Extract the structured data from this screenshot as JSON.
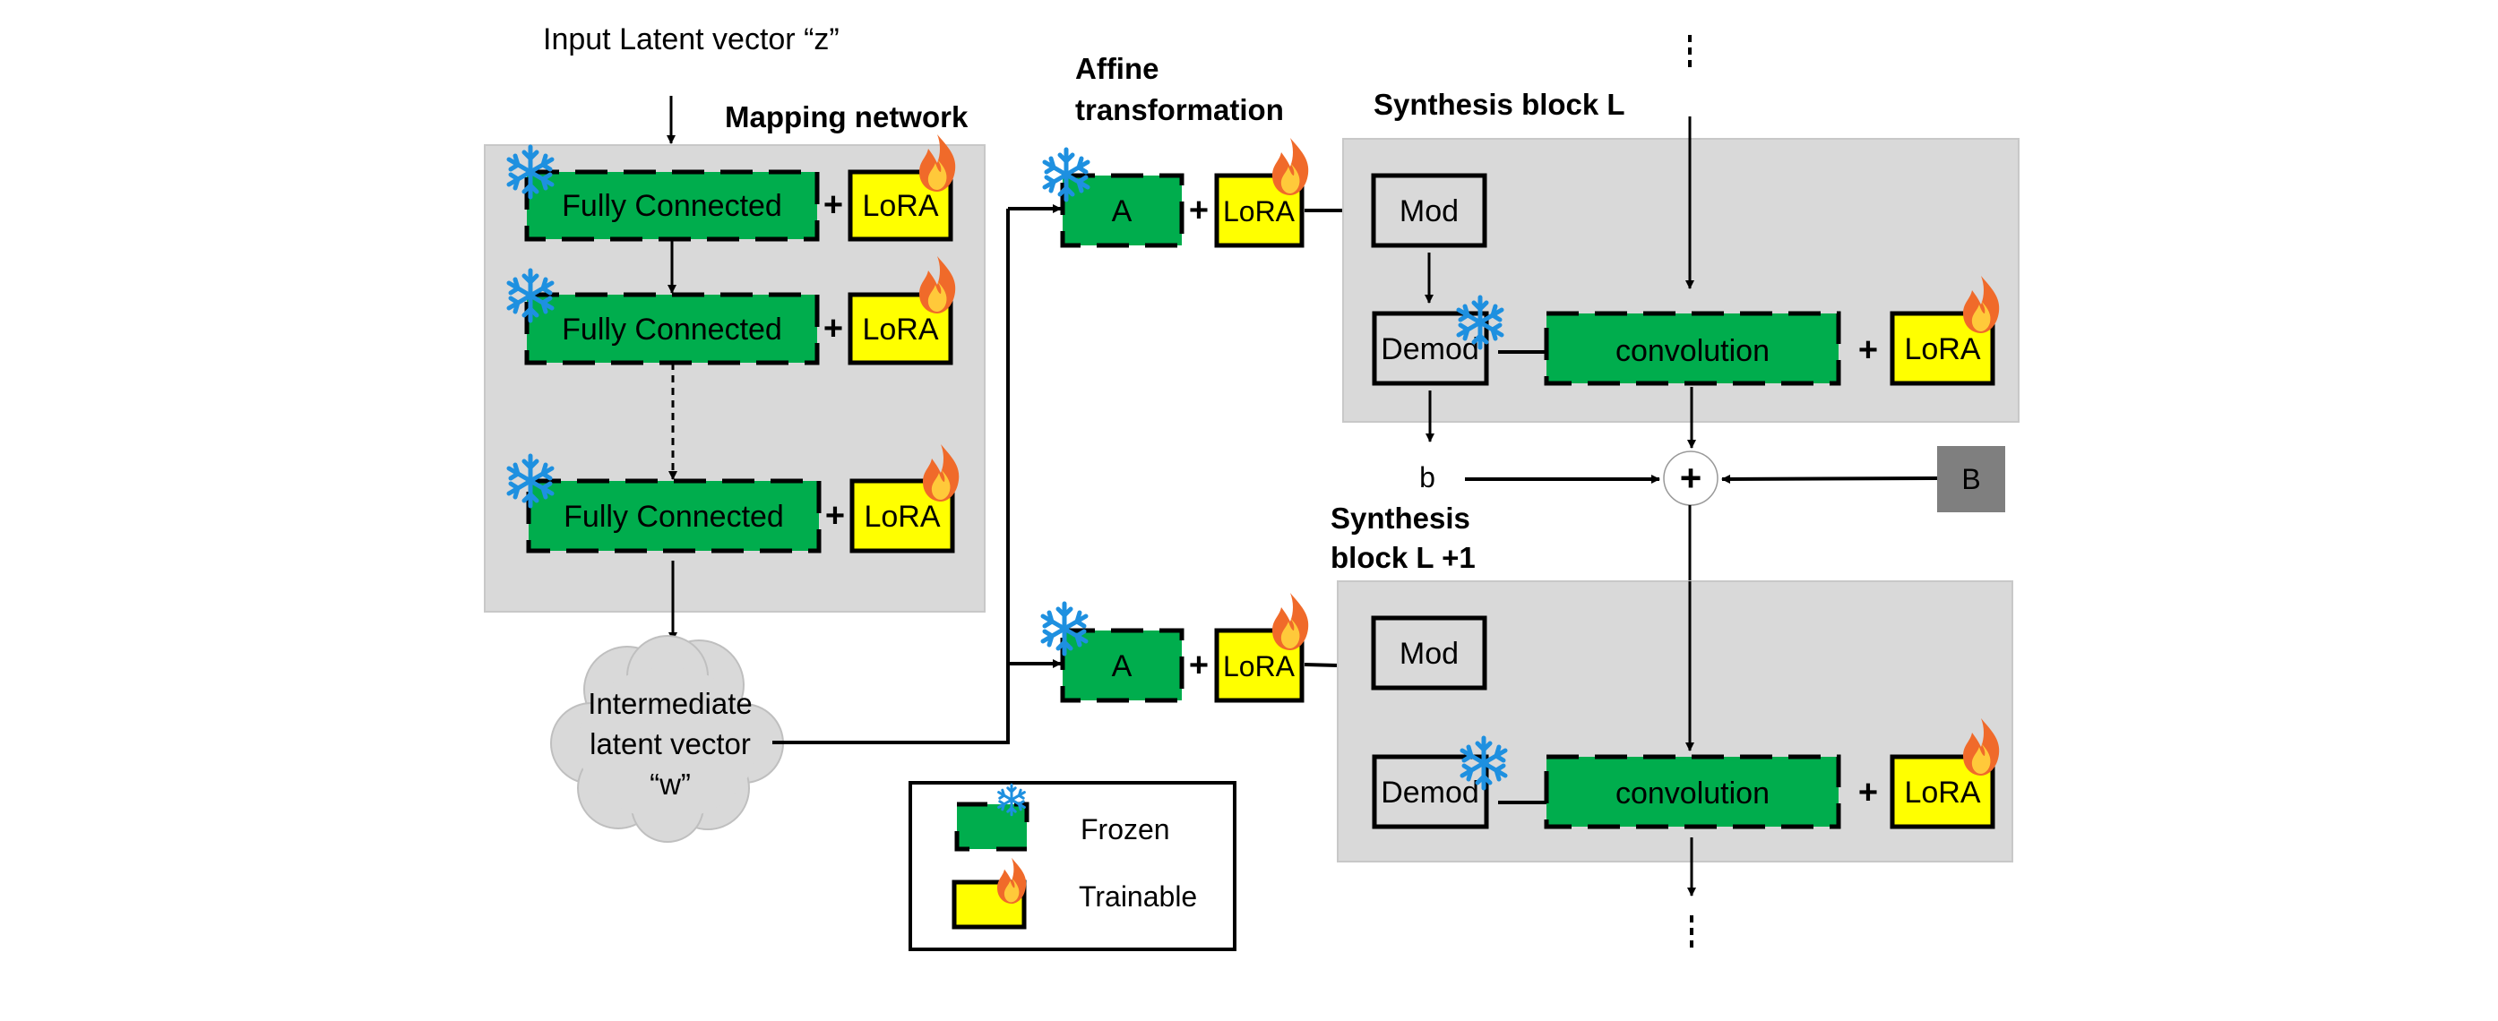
{
  "input_label": "Input Latent vector “z”",
  "mapping_network": {
    "title": "Mapping network",
    "layers": [
      {
        "block": "Fully Connected",
        "adapter": "LoRA"
      },
      {
        "block": "Fully Connected",
        "adapter": "LoRA"
      },
      {
        "block": "Fully Connected",
        "adapter": "LoRA"
      }
    ]
  },
  "intermediate": {
    "lines": [
      "Intermediate",
      "latent vector",
      "“w”"
    ]
  },
  "affine": {
    "title_lines": [
      "Affine",
      "transformation"
    ],
    "blocks": [
      {
        "block": "A",
        "adapter": "LoRA"
      },
      {
        "block": "A",
        "adapter": "LoRA"
      }
    ]
  },
  "synthesis_blocks": [
    {
      "title": "Synthesis block L",
      "mod": "Mod",
      "demod": "Demod",
      "conv": "convolution",
      "adapter": "LoRA"
    },
    {
      "title_lines": [
        "Synthesis",
        "block L +1"
      ],
      "mod": "Mod",
      "demod": "Demod",
      "conv": "convolution",
      "adapter": "LoRA"
    }
  ],
  "noise": {
    "b_label": "b",
    "B_label": "B",
    "plus": "+"
  },
  "plus_sign": "+",
  "legend": {
    "items": [
      {
        "label": "Frozen",
        "icon": "snowflake-icon"
      },
      {
        "label": "Trainable",
        "icon": "fire-icon"
      }
    ]
  },
  "colors": {
    "frozen_green": "#00AD4D",
    "trainable_yellow": "#FFFF00",
    "panel_gray": "#D9D9D9",
    "noise_box": "#7F7F7F",
    "snowflake_blue": "#1E90E0",
    "flame_orange": "#F06A2A"
  }
}
